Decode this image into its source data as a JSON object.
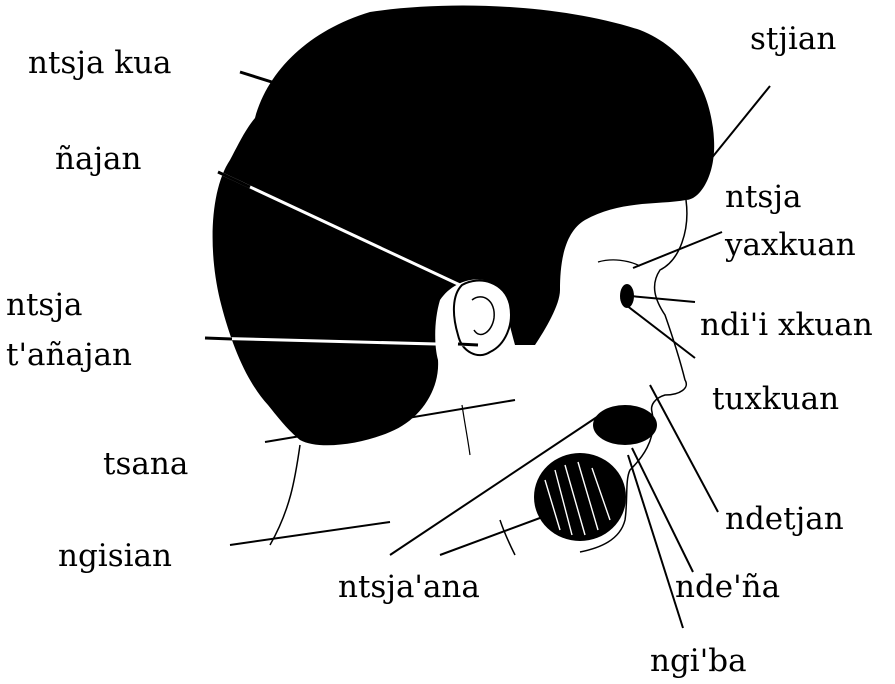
{
  "diagram": {
    "labels": {
      "ntsja_kua": "ntsja kua",
      "najan": "ñajan",
      "ntsja_tanajan_1": "ntsja",
      "ntsja_tanajan_2": "t'añajan",
      "tsana": "tsana",
      "ngisian": "ngisian",
      "stjian": "stjian",
      "ntsja_yaxkuan_1": "ntsja",
      "ntsja_yaxkuan_2": "yaxkuan",
      "ndii_xkuan": "ndi'i xkuan",
      "tuxkuan": "tuxkuan",
      "ndetjan": "ndetjan",
      "ntsjaana": "ntsja'ana",
      "ndena": "nde'ña",
      "ngiba": "ngi'ba"
    },
    "colors": {
      "ink": "#000000",
      "paper": "#ffffff"
    }
  }
}
